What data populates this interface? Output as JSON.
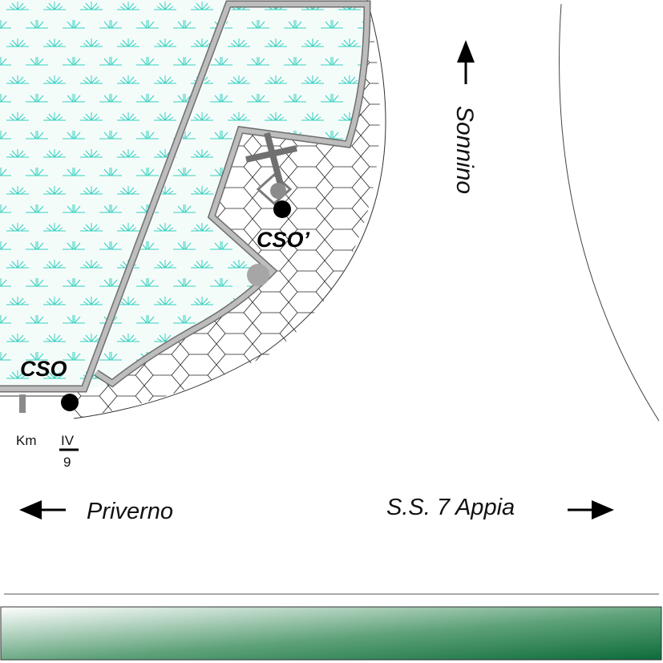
{
  "labels": {
    "cso": "CSO",
    "cso_prime": "CSO’",
    "sonnino": "Sonnino",
    "priverno": "Priverno",
    "road": "S.S. 7 Appia",
    "km_prefix": "Km",
    "km_numerator": "IV",
    "km_denominator": "9"
  },
  "colors": {
    "vegetation_fill": "#f2fbf9",
    "vegetation_mark": "#33cfbf",
    "wall": "#b8b8b8",
    "wall_outline": "#7a7a7a",
    "cross": "#707070",
    "site_dot": "#000000",
    "marker_gray": "#a6a6a6",
    "gradient_light": "#ffffff",
    "gradient_dark": "#0d6b3a"
  },
  "icons": {
    "church_symbol": "cross-icon",
    "north_arrow": "arrow-up-icon",
    "west_arrow": "arrow-left-icon",
    "east_arrow": "arrow-right-icon"
  }
}
